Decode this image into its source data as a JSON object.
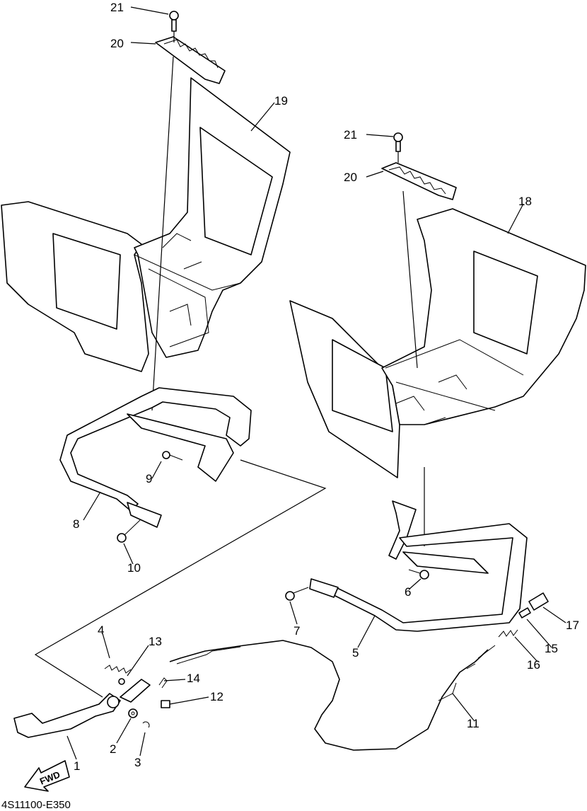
{
  "callouts": {
    "c1": "1",
    "c2": "2",
    "c3": "3",
    "c4": "4",
    "c5": "5",
    "c6": "6",
    "c7": "7",
    "c8": "8",
    "c9": "9",
    "c10": "10",
    "c11": "11",
    "c12": "12",
    "c13": "13",
    "c14": "14",
    "c15": "15",
    "c16": "16",
    "c17": "17",
    "c18": "18",
    "c19": "19",
    "c20a": "20",
    "c20b": "20",
    "c21a": "21",
    "c21b": "21"
  },
  "fwd_label": "FWD",
  "diagram_code": "4S11100-E350"
}
